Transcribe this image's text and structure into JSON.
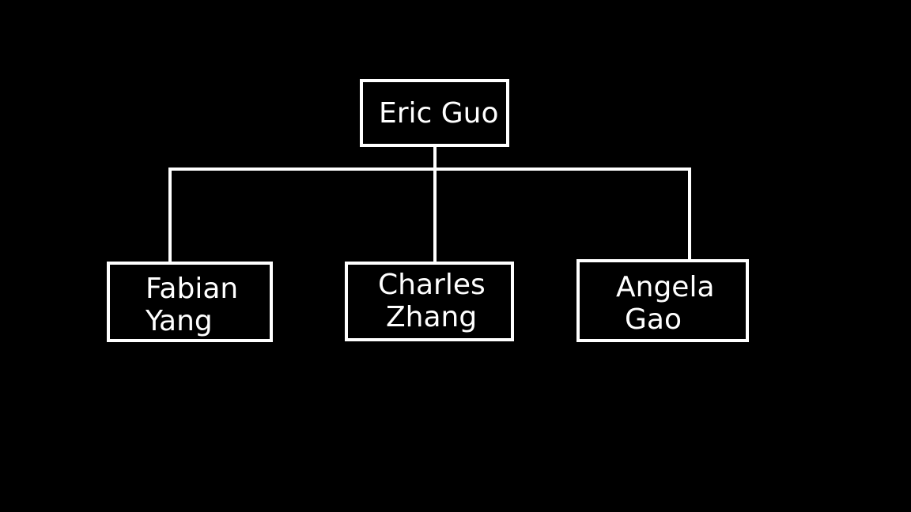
{
  "diagram": {
    "colors": {
      "background": "#000000",
      "stroke": "#ffffff",
      "text": "#ffffff"
    },
    "root": {
      "lines": [
        "Eric Guo"
      ]
    },
    "children": [
      {
        "lines": [
          "Fabian",
          "Yang"
        ]
      },
      {
        "lines": [
          "Charles",
          "Zhang"
        ]
      },
      {
        "lines": [
          "Angela",
          "Gao"
        ]
      }
    ]
  }
}
